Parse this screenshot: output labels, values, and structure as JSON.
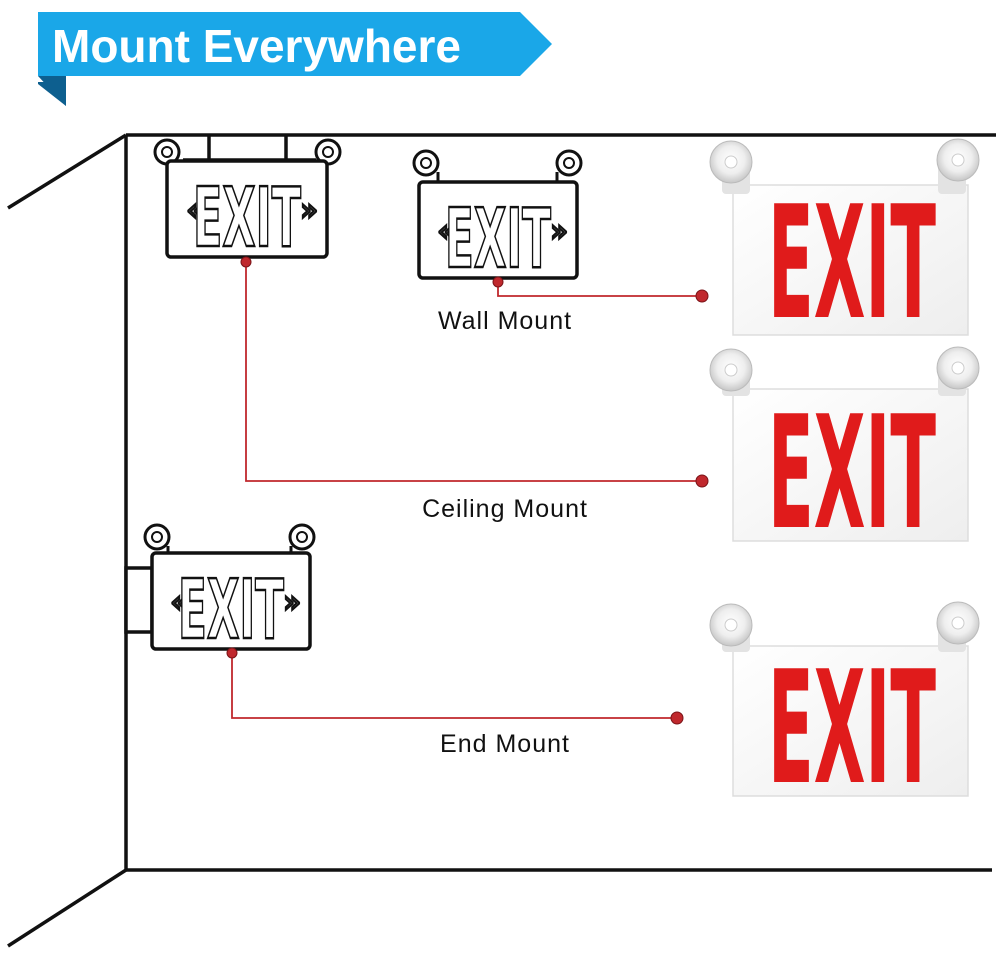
{
  "banner": {
    "title": "Mount Everywhere",
    "color": "#1aa7e8",
    "shadow": "#0d5f8f"
  },
  "sign_text": "EXIT",
  "chevron_left": "«",
  "chevron_right": "»",
  "labels": {
    "wall": "Wall Mount",
    "ceiling": "Ceiling Mount",
    "end": "End  Mount"
  },
  "colors": {
    "connector": "#c0282d",
    "exit_red": "#e01b1b",
    "line": "#111111"
  }
}
